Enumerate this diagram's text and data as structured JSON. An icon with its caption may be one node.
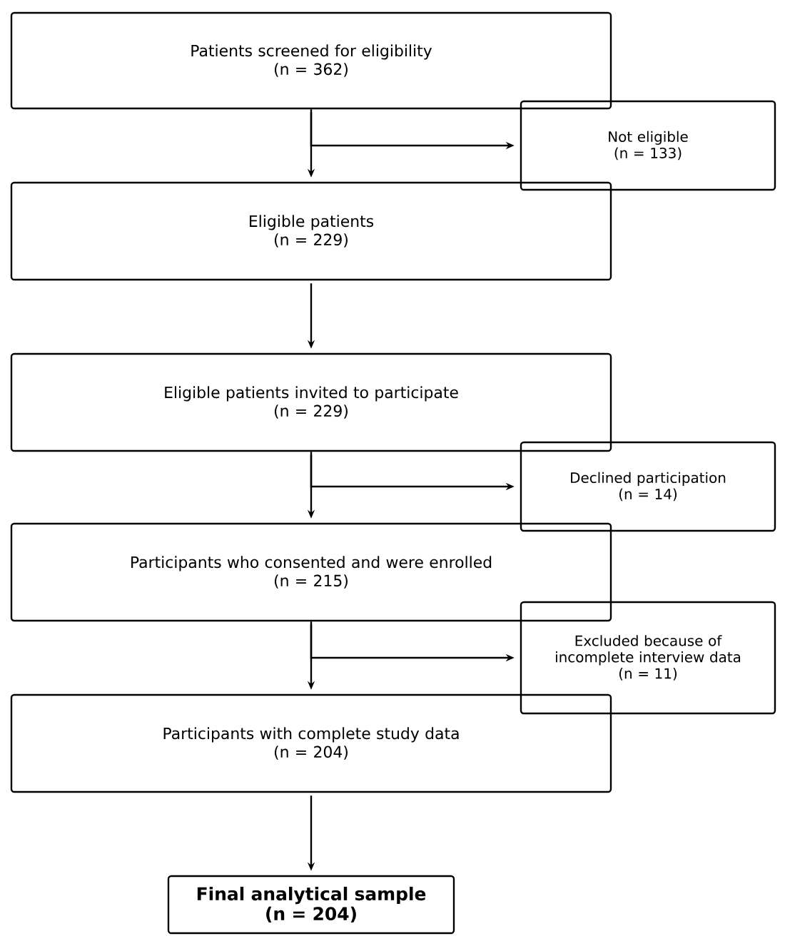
{
  "diagram": {
    "nodes": [
      {
        "text": [
          "Patients screened for eligibility",
          "(n = 362)"
        ]
      },
      {
        "text": [
          "Not eligible",
          "(n = 133)"
        ]
      },
      {
        "text": [
          "Eligible patients",
          "(n = 229)"
        ]
      },
      {
        "text": [
          "Eligible patients invited to participate",
          "(n = 229)"
        ]
      },
      {
        "text": [
          "Declined participation",
          "(n = 14)"
        ]
      },
      {
        "text": [
          "Participants who consented and were enrolled",
          "(n = 215)"
        ]
      },
      {
        "text": [
          "Excluded because of incomplete interview data",
          "(n = 11)"
        ]
      },
      {
        "text": [
          "Participants with complete study data",
          "(n = 204)"
        ]
      },
      {
        "text": [
          "Final analytical sample",
          "(n = 204)"
        ]
      }
    ],
    "edges": [
      {
        "from": 0,
        "to": 2,
        "arrow": "to"
      },
      {
        "from": 0,
        "to": 1,
        "arrow": "to"
      },
      {
        "from": 2,
        "to": 3,
        "arrow": "to"
      },
      {
        "from": 3,
        "to": 5,
        "arrow": "to"
      },
      {
        "from": 3,
        "to": 4,
        "arrow": "to"
      },
      {
        "from": 5,
        "to": 7,
        "arrow": "to"
      },
      {
        "from": 5,
        "to": 6,
        "arrow": "to"
      },
      {
        "from": 7,
        "to": 8,
        "arrow": "to"
      }
    ]
  }
}
